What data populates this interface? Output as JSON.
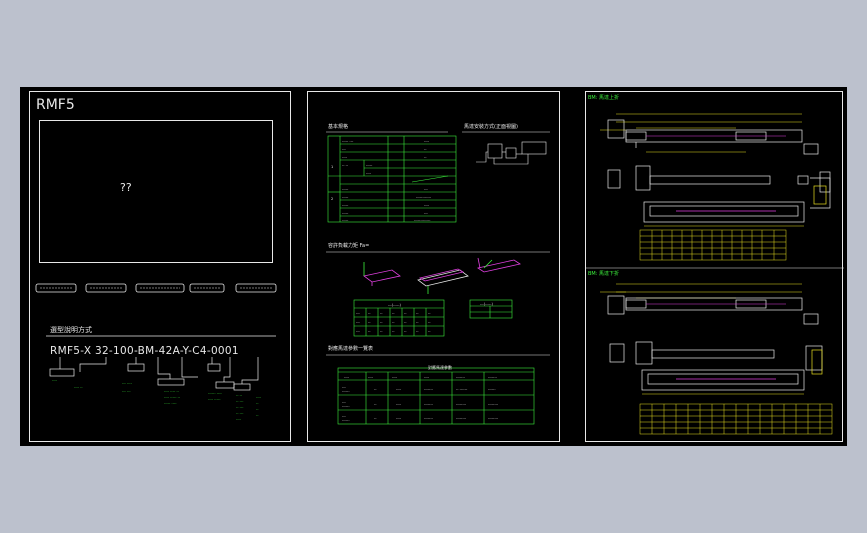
{
  "sheet1": {
    "title": "RMF5",
    "placeholder_text": "??",
    "section_title": "選型說明方式",
    "model_code": "RMF5-X 32-100-BM-42A-Y-C4-0001"
  },
  "sheet2": {
    "spec_title": "基本規格",
    "install_title": "馬達安裝方式(正面視圖)",
    "load_title": "容許負載力矩 Fa=",
    "motor_title": "對應馬達參數一覽表",
    "motor_table_header": "對應馬達參數"
  },
  "sheet3": {
    "upper_title": "BM: 馬達上折",
    "lower_title": "BM: 馬達下折"
  },
  "colors": {
    "background": "#bcc1cd",
    "canvas": "#000000",
    "line_white": "#e8e8e8",
    "line_green": "#3cf03c",
    "line_yellow": "#e8e020",
    "line_cyan": "#40e0e0",
    "line_magenta": "#e040e0"
  }
}
